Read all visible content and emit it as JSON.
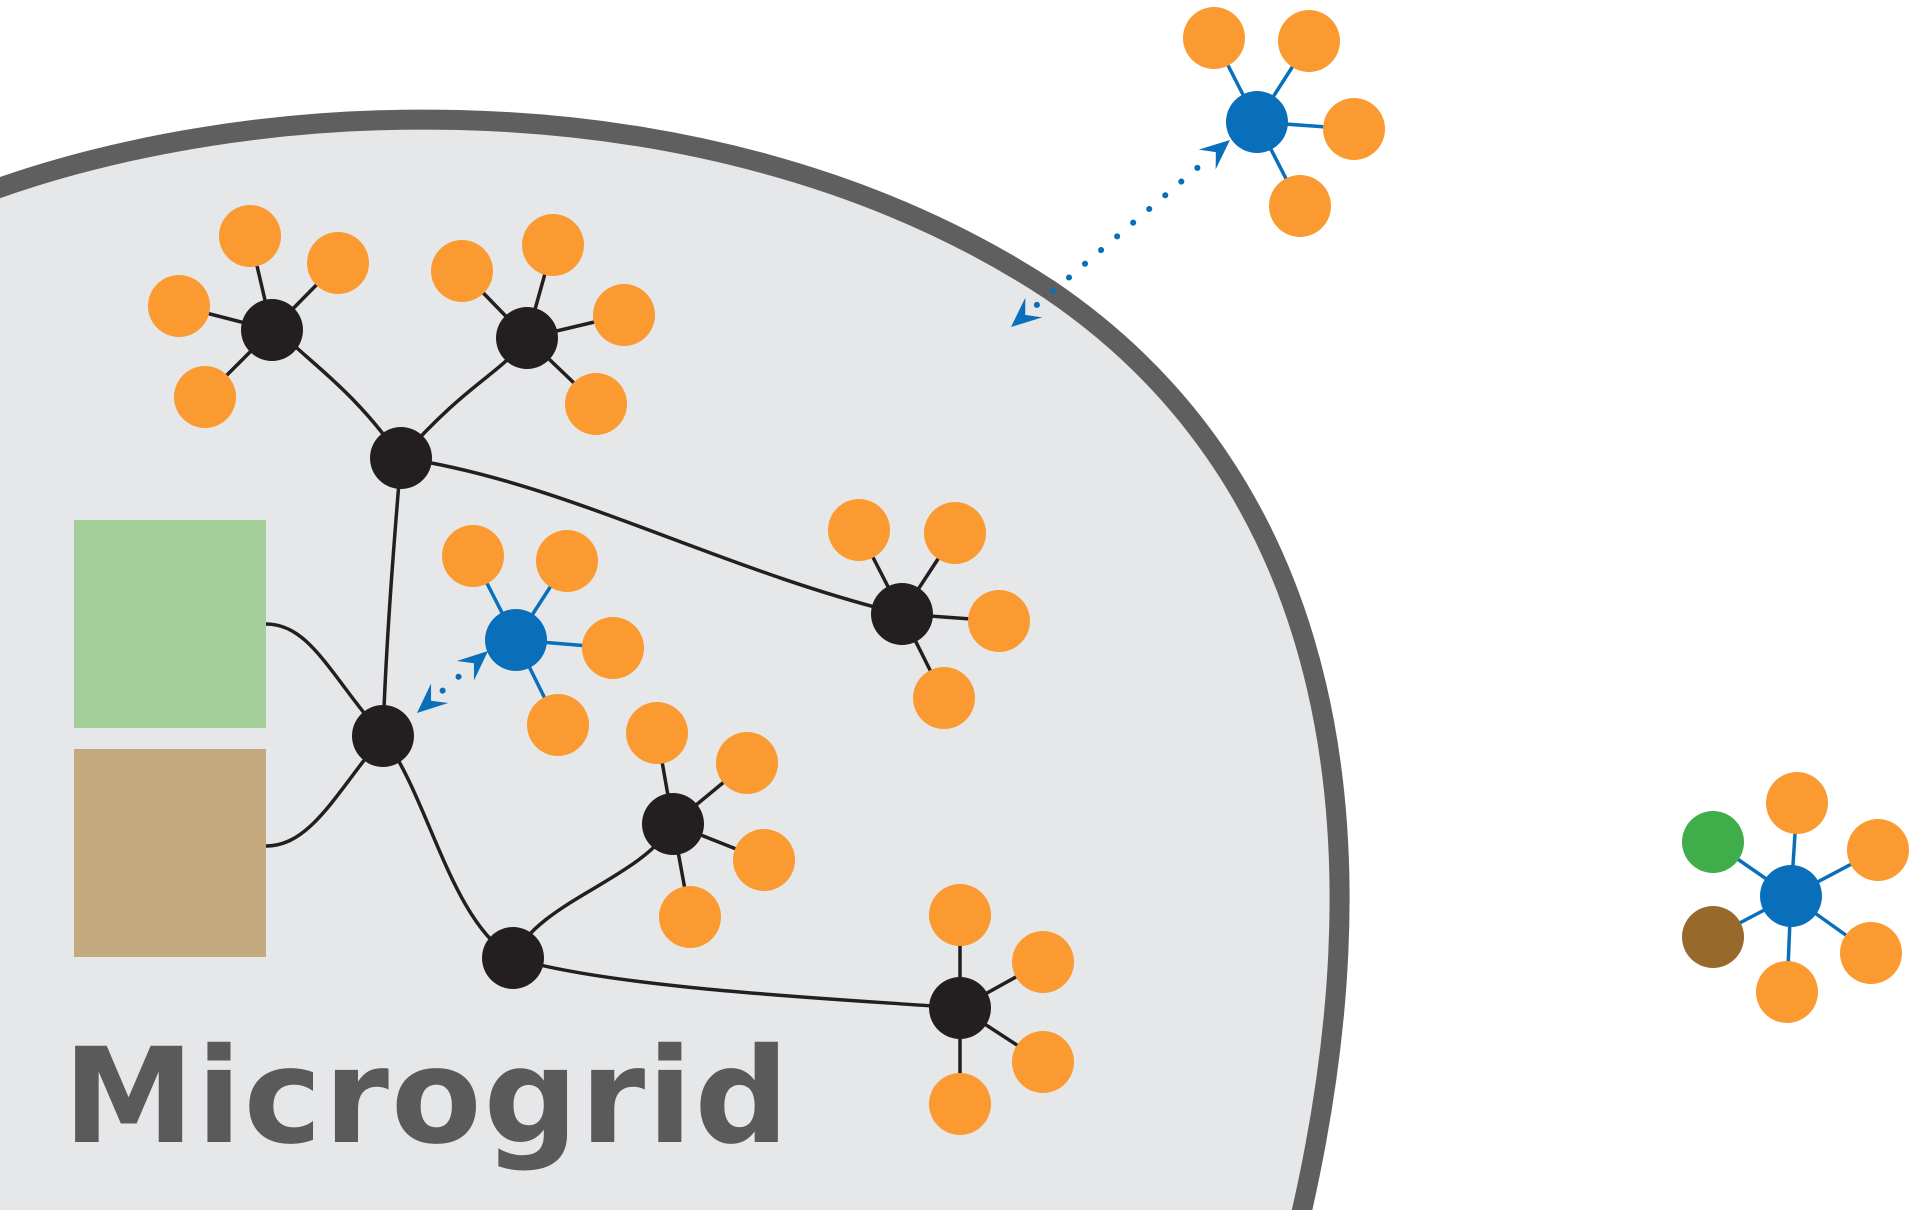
{
  "title": "Microgrid",
  "colors": {
    "background": "#ffffff",
    "microgrid_fill": "#e6e7e9",
    "microgrid_border": "#5f5f5f",
    "title_text": "#5a5a5a",
    "hub_node": "#231f20",
    "hub_link": "#231f20",
    "consumer_node": "#fb9a30",
    "prosumer_hub": "#0a6fba",
    "prosumer_link": "#0a6fba",
    "solar_source": "#a4cf9b",
    "storage_source": "#c4a87e",
    "solar_node_small": "#3fae4a",
    "storage_node_small": "#976a2c"
  },
  "legend_icons": [
    "solar-source",
    "storage-source"
  ]
}
